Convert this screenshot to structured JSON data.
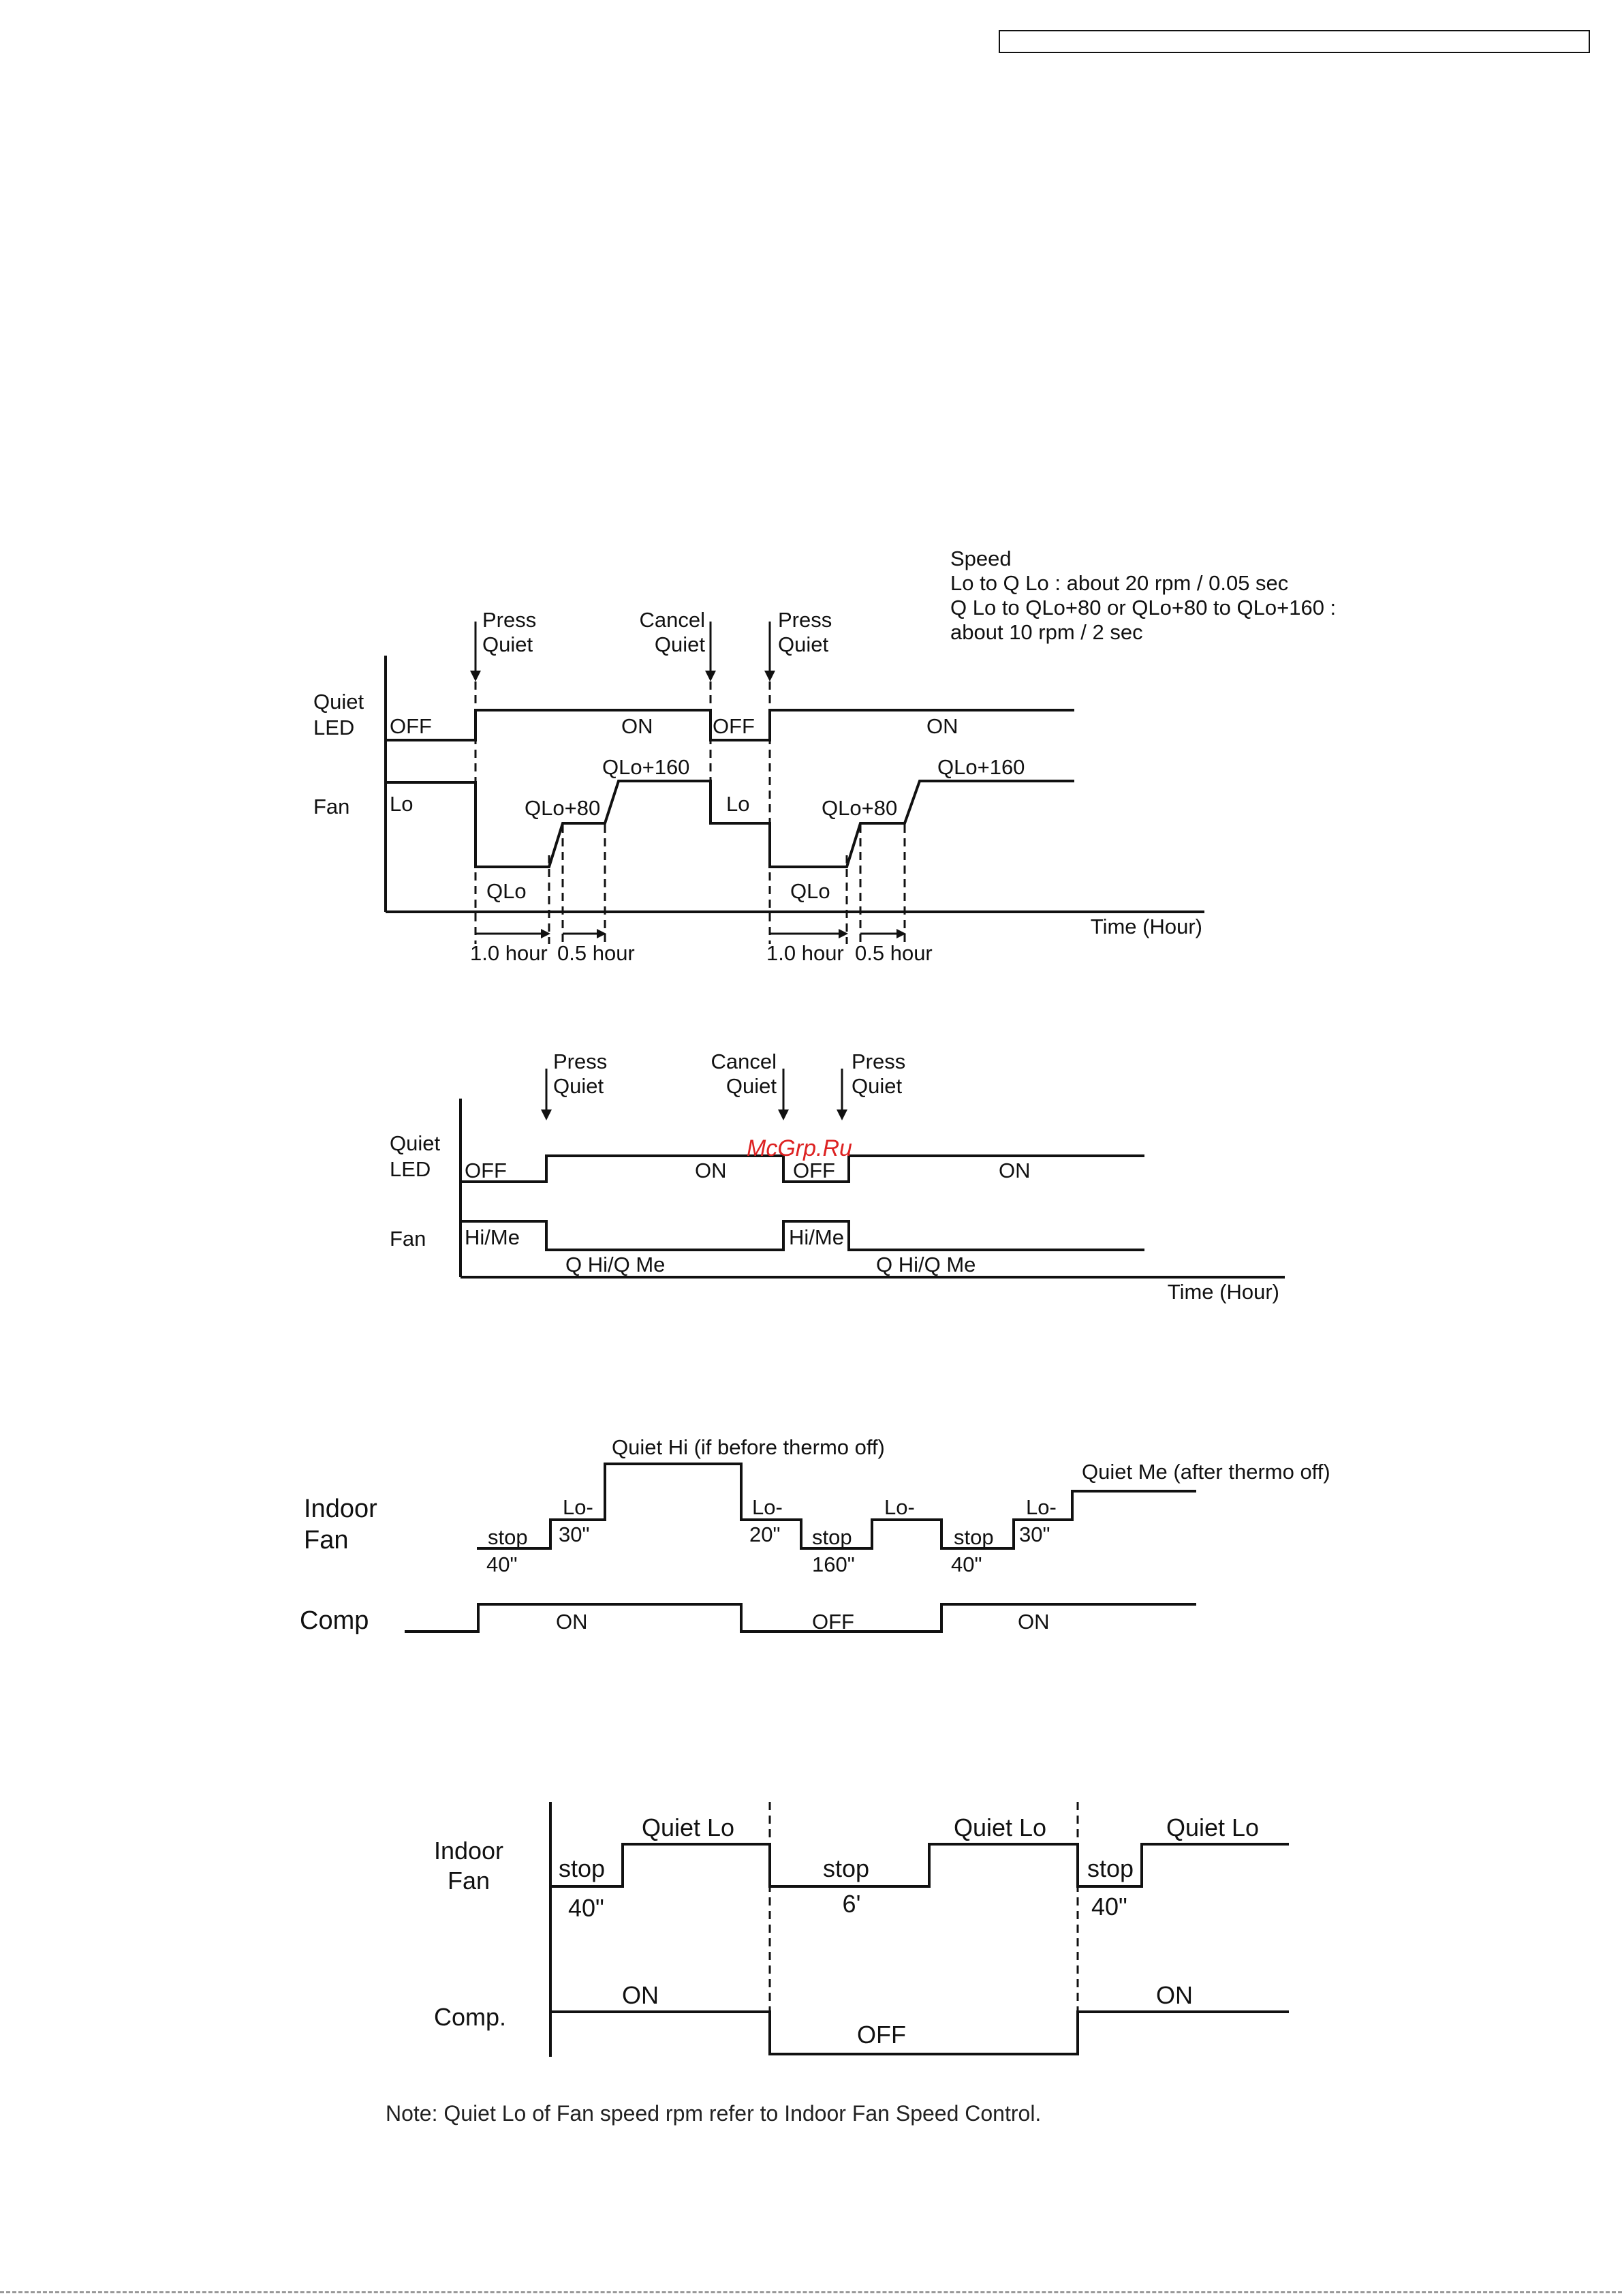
{
  "header": {
    "box_text": ""
  },
  "speed_note": {
    "title": "Speed",
    "line1": "Lo to Q Lo : about 20 rpm / 0.05 sec",
    "line2": "Q Lo to QLo+80 or QLo+80 to QLo+160 :",
    "line3": "about 10 rpm / 2 sec"
  },
  "diagram1": {
    "press1": [
      "Press",
      "Quiet"
    ],
    "cancel": [
      "Cancel",
      "Quiet"
    ],
    "press2": [
      "Press",
      "Quiet"
    ],
    "led_label": [
      "Quiet",
      "LED"
    ],
    "fan_label": "Fan",
    "led_states": [
      "OFF",
      "ON",
      "OFF",
      "ON"
    ],
    "fan_states": [
      "Lo",
      "QLo",
      "QLo+80",
      "QLo+160",
      "Lo",
      "QLo",
      "QLo+80",
      "QLo+160"
    ],
    "durations": [
      "1.0 hour",
      "0.5 hour",
      "1.0 hour",
      "0.5 hour"
    ],
    "time_axis": "Time (Hour)"
  },
  "diagram2": {
    "press1": [
      "Press",
      "Quiet"
    ],
    "cancel": [
      "Cancel",
      "Quiet"
    ],
    "press2": [
      "Press",
      "Quiet"
    ],
    "led_label": [
      "Quiet",
      "LED"
    ],
    "fan_label": "Fan",
    "led_states": [
      "OFF",
      "ON",
      "OFF",
      "ON"
    ],
    "fan_states": [
      "Hi/Me",
      "Q Hi/Q Me",
      "Hi/Me",
      "Q Hi/Q Me"
    ],
    "time_axis": "Time (Hour)",
    "watermark": "McGrp.Ru"
  },
  "diagram3": {
    "fan_label": [
      "Indoor",
      "Fan"
    ],
    "comp_label": "Comp",
    "quiet_hi": "Quiet Hi (if before thermo off)",
    "quiet_me": "Quiet Me (after thermo off)",
    "steps": [
      {
        "top": "stop",
        "bottom": "40\""
      },
      {
        "top": "Lo-",
        "bottom": "30\""
      },
      {
        "top": "Lo-",
        "bottom": "20\""
      },
      {
        "top": "stop",
        "bottom": "160\""
      },
      {
        "top": "Lo-",
        "bottom": ""
      },
      {
        "top": "stop",
        "bottom": "40\""
      },
      {
        "top": "Lo-",
        "bottom": "30\""
      }
    ],
    "comp_states": [
      "ON",
      "OFF",
      "ON"
    ]
  },
  "diagram4": {
    "fan_label": [
      "Indoor",
      "Fan"
    ],
    "comp_label": "Comp.",
    "stops": [
      {
        "label": "stop",
        "time": "40\""
      },
      {
        "label": "stop",
        "time": "6'"
      },
      {
        "label": "stop",
        "time": "40\""
      }
    ],
    "quiet_lo": [
      "Quiet Lo",
      "Quiet Lo",
      "Quiet Lo"
    ],
    "comp_states": [
      "ON",
      "OFF",
      "ON"
    ]
  },
  "note": "Note: Quiet Lo of Fan speed rpm refer to Indoor Fan Speed Control."
}
